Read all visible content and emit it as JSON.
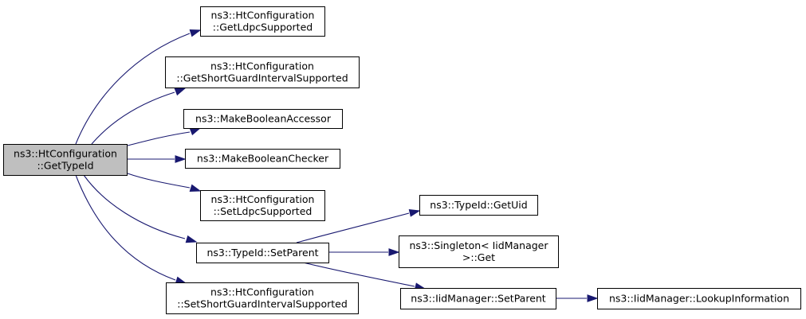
{
  "colors": {
    "edge": "#191970",
    "node_fill": "#ffffff",
    "root_fill": "#bfbfbf",
    "border": "#000000"
  },
  "nodes": {
    "root": {
      "lines": [
        "ns3::HtConfiguration",
        "::GetTypeId"
      ],
      "highlighted": true
    },
    "get_ldpc": {
      "lines": [
        "ns3::HtConfiguration",
        "::GetLdpcSupported"
      ]
    },
    "get_sgi": {
      "lines": [
        "ns3::HtConfiguration",
        "::GetShortGuardIntervalSupported"
      ]
    },
    "make_bool_accessor": {
      "lines": [
        "ns3::MakeBooleanAccessor"
      ]
    },
    "make_bool_checker": {
      "lines": [
        "ns3::MakeBooleanChecker"
      ]
    },
    "set_ldpc": {
      "lines": [
        "ns3::HtConfiguration",
        "::SetLdpcSupported"
      ]
    },
    "typeid_setparent": {
      "lines": [
        "ns3::TypeId::SetParent"
      ]
    },
    "set_sgi": {
      "lines": [
        "ns3::HtConfiguration",
        "::SetShortGuardIntervalSupported"
      ]
    },
    "typeid_getuid": {
      "lines": [
        "ns3::TypeId::GetUid"
      ]
    },
    "singleton_get": {
      "lines": [
        "ns3::Singleton< IidManager",
        ">::Get"
      ]
    },
    "iid_setparent": {
      "lines": [
        "ns3::IidManager::SetParent"
      ]
    },
    "iid_lookup": {
      "lines": [
        "ns3::IidManager::LookupInformation"
      ]
    }
  },
  "edges": [
    {
      "from": "root",
      "to": "get_ldpc"
    },
    {
      "from": "root",
      "to": "get_sgi"
    },
    {
      "from": "root",
      "to": "make_bool_accessor"
    },
    {
      "from": "root",
      "to": "make_bool_checker"
    },
    {
      "from": "root",
      "to": "set_ldpc"
    },
    {
      "from": "root",
      "to": "typeid_setparent"
    },
    {
      "from": "root",
      "to": "set_sgi"
    },
    {
      "from": "typeid_setparent",
      "to": "typeid_getuid"
    },
    {
      "from": "typeid_setparent",
      "to": "singleton_get"
    },
    {
      "from": "typeid_setparent",
      "to": "iid_setparent"
    },
    {
      "from": "iid_setparent",
      "to": "iid_lookup"
    }
  ]
}
